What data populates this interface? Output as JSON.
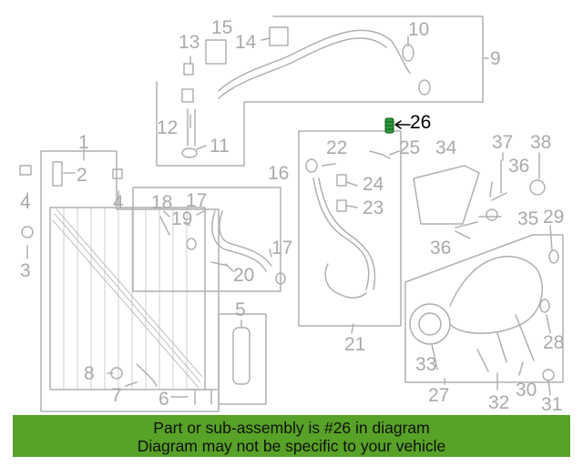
{
  "parts": [
    {
      "id": "p1",
      "label": "1"
    },
    {
      "id": "p2",
      "label": "2"
    },
    {
      "id": "p3",
      "label": "3"
    },
    {
      "id": "p4a",
      "label": "4"
    },
    {
      "id": "p4b",
      "label": "4"
    },
    {
      "id": "p5",
      "label": "5"
    },
    {
      "id": "p6",
      "label": "6"
    },
    {
      "id": "p7",
      "label": "7"
    },
    {
      "id": "p8",
      "label": "8"
    },
    {
      "id": "p9",
      "label": "9"
    },
    {
      "id": "p10",
      "label": "10"
    },
    {
      "id": "p11",
      "label": "11"
    },
    {
      "id": "p12",
      "label": "12"
    },
    {
      "id": "p13",
      "label": "13"
    },
    {
      "id": "p14",
      "label": "14"
    },
    {
      "id": "p15",
      "label": "15"
    },
    {
      "id": "p16",
      "label": "16"
    },
    {
      "id": "p17a",
      "label": "17"
    },
    {
      "id": "p17b",
      "label": "17"
    },
    {
      "id": "p18",
      "label": "18"
    },
    {
      "id": "p19",
      "label": "19"
    },
    {
      "id": "p20",
      "label": "20"
    },
    {
      "id": "p21",
      "label": "21"
    },
    {
      "id": "p22",
      "label": "22"
    },
    {
      "id": "p23",
      "label": "23"
    },
    {
      "id": "p24",
      "label": "24"
    },
    {
      "id": "p25",
      "label": "25"
    },
    {
      "id": "p26",
      "label": "26"
    },
    {
      "id": "p27",
      "label": "27"
    },
    {
      "id": "p28",
      "label": "28"
    },
    {
      "id": "p29",
      "label": "29"
    },
    {
      "id": "p30",
      "label": "30"
    },
    {
      "id": "p31",
      "label": "31"
    },
    {
      "id": "p32",
      "label": "32"
    },
    {
      "id": "p33",
      "label": "33"
    },
    {
      "id": "p34",
      "label": "34"
    },
    {
      "id": "p35",
      "label": "35"
    },
    {
      "id": "p36a",
      "label": "36"
    },
    {
      "id": "p36b",
      "label": "36"
    },
    {
      "id": "p37",
      "label": "37"
    },
    {
      "id": "p38",
      "label": "38"
    }
  ],
  "highlighted_part": "26",
  "colors": {
    "line": "#b0b0b0",
    "highlight": "#000000",
    "part_green": "#2e9a3a",
    "banner": "#57a227"
  },
  "banner": {
    "line1": "Part or sub-assembly is #26 in diagram",
    "line2": "Diagram may not be specific to your vehicle"
  }
}
